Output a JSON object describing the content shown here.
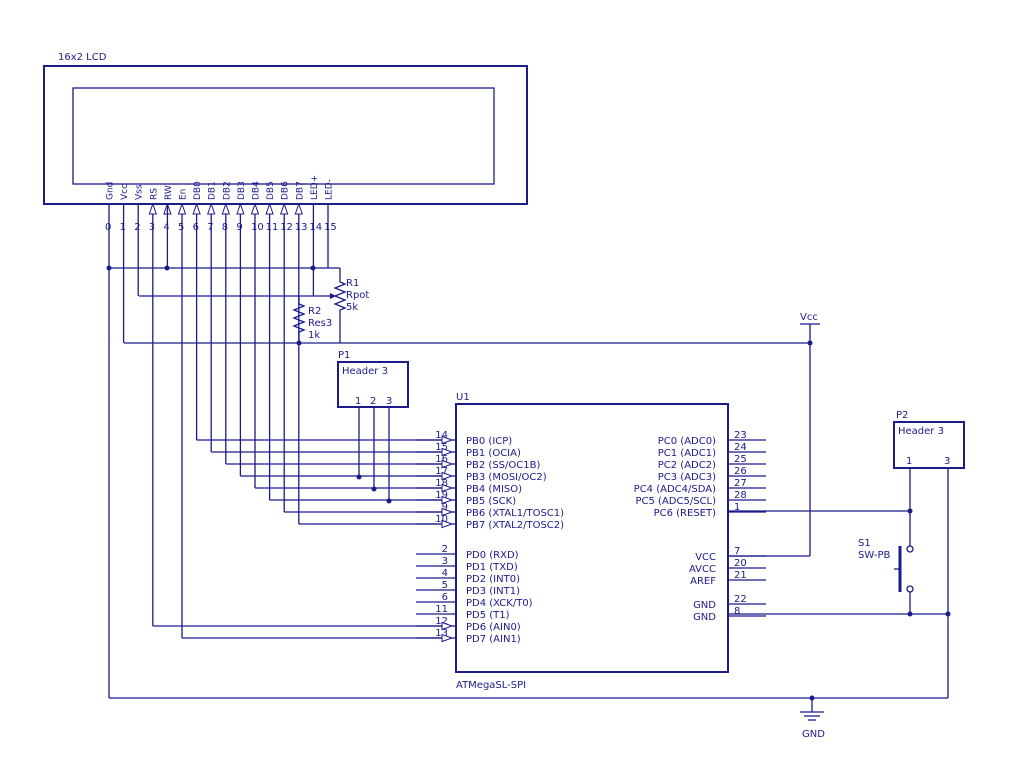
{
  "colors": {
    "ink": "#1b1b8c",
    "background": "#ffffff"
  },
  "lcd": {
    "title": "16x2 LCD",
    "pins": [
      {
        "label": "Gnd",
        "num": "0"
      },
      {
        "label": "Vcc",
        "num": "1"
      },
      {
        "label": "Vss",
        "num": "2"
      },
      {
        "label": "RS",
        "num": "3"
      },
      {
        "label": "RW",
        "num": "4"
      },
      {
        "label": "En",
        "num": "5"
      },
      {
        "label": "DB0",
        "num": "6"
      },
      {
        "label": "DB1",
        "num": "7"
      },
      {
        "label": "DB2",
        "num": "8"
      },
      {
        "label": "DB3",
        "num": "9"
      },
      {
        "label": "DB4",
        "num": "10"
      },
      {
        "label": "DB5",
        "num": "11"
      },
      {
        "label": "DB6",
        "num": "12"
      },
      {
        "label": "DB7",
        "num": "13"
      },
      {
        "label": "LED+",
        "num": "14"
      },
      {
        "label": "LED-",
        "num": "15"
      }
    ]
  },
  "r1": {
    "ref": "R1",
    "name": "Rpot",
    "value": "5k"
  },
  "r2": {
    "ref": "R2",
    "name": "Res3",
    "value": "1k"
  },
  "vcc": {
    "label": "Vcc"
  },
  "gnd": {
    "label": "GND"
  },
  "p1": {
    "ref": "P1",
    "name": "Header 3",
    "pins": [
      "1",
      "2",
      "3"
    ]
  },
  "p2": {
    "ref": "P2",
    "name": "Header 3",
    "pins": [
      "1",
      "3"
    ]
  },
  "s1": {
    "ref": "S1",
    "name": "SW-PB"
  },
  "u1": {
    "ref": "U1",
    "name": "ATMegaSL-SPI",
    "left_pins": [
      {
        "num": "14",
        "label": "PB0 (ICP)"
      },
      {
        "num": "15",
        "label": "PB1 (OCIA)"
      },
      {
        "num": "16",
        "label": "PB2 (SS/OC1B)"
      },
      {
        "num": "17",
        "label": "PB3 (MOSI/OC2)"
      },
      {
        "num": "18",
        "label": "PB4 (MISO)"
      },
      {
        "num": "19",
        "label": "PB5 (SCK)"
      },
      {
        "num": "9",
        "label": "PB6 (XTAL1/TOSC1)"
      },
      {
        "num": "10",
        "label": "PB7 (XTAL2/TOSC2)"
      },
      {
        "num": "2",
        "label": "PD0 (RXD)"
      },
      {
        "num": "3",
        "label": "PD1 (TXD)"
      },
      {
        "num": "4",
        "label": "PD2 (INT0)"
      },
      {
        "num": "5",
        "label": "PD3 (INT1)"
      },
      {
        "num": "6",
        "label": "PD4 (XCK/T0)"
      },
      {
        "num": "11",
        "label": "PD5 (T1)"
      },
      {
        "num": "12",
        "label": "PD6 (AIN0)"
      },
      {
        "num": "13",
        "label": "PD7 (AIN1)"
      }
    ],
    "right_pins": [
      {
        "num": "23",
        "label": "PC0 (ADC0)"
      },
      {
        "num": "24",
        "label": "PC1 (ADC1)"
      },
      {
        "num": "25",
        "label": "PC2 (ADC2)"
      },
      {
        "num": "26",
        "label": "PC3 (ADC3)"
      },
      {
        "num": "27",
        "label": "PC4 (ADC4/SDA)"
      },
      {
        "num": "28",
        "label": "PC5 (ADC5/SCL)"
      },
      {
        "num": "1",
        "label": "PC6 (RESET)"
      },
      {
        "num": "7",
        "label": "VCC"
      },
      {
        "num": "20",
        "label": "AVCC"
      },
      {
        "num": "21",
        "label": "AREF"
      },
      {
        "num": "22",
        "label": "GND"
      },
      {
        "num": "8",
        "label": "GND"
      }
    ]
  }
}
